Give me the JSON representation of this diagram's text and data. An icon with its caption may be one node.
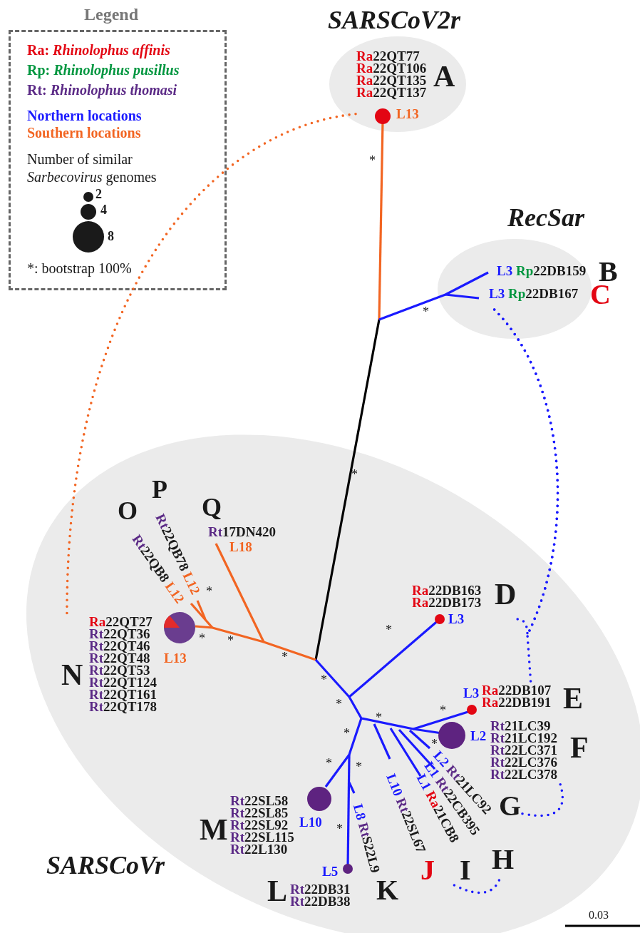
{
  "diagram": {
    "nodes": [
      {
        "text": [
          "SARSCoV2r"
        ]
      },
      {
        "text": [
          "Ra22QT77",
          "Ra22QT106",
          "Ra22QT135",
          "Ra22QT137",
          "A",
          "L13"
        ],
        "in": 0
      },
      {
        "text": [
          "RecSar"
        ]
      },
      {
        "text": [
          "L3",
          "Rp22DB159",
          "B"
        ],
        "in": 2
      },
      {
        "text": [
          "L3",
          "Rp22DB167",
          "C"
        ],
        "in": 2
      },
      {
        "text": [
          "SARSCoVr"
        ]
      },
      {
        "text": [
          "P",
          "Rt22QB78",
          "L12"
        ],
        "in": 5
      },
      {
        "text": [
          "O",
          "Rt22QB8",
          "L12"
        ],
        "in": 5
      },
      {
        "text": [
          "Q",
          "Rt17DN420",
          "L18"
        ],
        "in": 5
      },
      {
        "text": [
          "Ra22QT27",
          "Rt22QT36",
          "Rt22QT46",
          "Rt22QT48",
          "Rt22QT53",
          "Rt22QT124",
          "Rt22QT161",
          "Rt22QT178",
          "L13",
          "N"
        ],
        "in": 5
      },
      {
        "text": [
          "Ra22DB163",
          "Ra22DB173",
          "D",
          "L3"
        ],
        "in": 5
      },
      {
        "text": [
          "L3",
          "Ra22DB107",
          "Ra22DB191",
          "E"
        ],
        "in": 5
      },
      {
        "text": [
          "L2",
          "Rt21LC39",
          "Rt21LC192",
          "Rt22LC371",
          "Rt22LC376",
          "Rt22LC378",
          "F"
        ],
        "in": 5
      },
      {
        "text": [
          "L2",
          "Rt21LC92",
          "G"
        ],
        "in": 5
      },
      {
        "text": [
          "L1",
          "Rt22CB395",
          "H"
        ],
        "in": 5
      },
      {
        "text": [
          "L1",
          "Ra21CB8",
          "I"
        ],
        "in": 5
      },
      {
        "text": [
          "L10",
          "Rt22SL67",
          "J"
        ],
        "in": 5
      },
      {
        "text": [
          "M",
          "Rt22SL58",
          "Rt22SL85",
          "Rt22SL92",
          "Rt22SL115",
          "Rt22L130",
          "L10"
        ],
        "in": 5
      },
      {
        "text": [
          "L8",
          "RtS22L9",
          "K"
        ],
        "in": 5
      },
      {
        "text": [
          "L5",
          "Rt22DB31",
          "Rt22DB38",
          "L"
        ],
        "in": 5
      }
    ],
    "edges": [
      {
        "from": 1,
        "to": 9,
        "arrow": "none",
        "style": "dashed",
        "color": "#f26522"
      },
      {
        "from": 4,
        "to": 10,
        "arrow": "none",
        "style": "dashed"
      },
      {
        "from": 4,
        "to": 11,
        "arrow": "none",
        "style": "dashed"
      },
      {
        "from": 13,
        "to": 12,
        "arrow": "none",
        "style": "dashed"
      },
      {
        "from": 15,
        "to": 14,
        "arrow": "none",
        "style": "dashed"
      }
    ],
    "labels": [
      "Legend",
      "Number of similar *Sarbecovirus* genomes",
      "*",
      "*",
      "*",
      "*",
      "*",
      "*",
      "*",
      "*",
      "*",
      "*",
      "*",
      "*",
      "*",
      "*",
      "*",
      "*",
      "*",
      "0.03"
    ],
    "legend": [
      {
        "text": "Ra: *Rhinolophus affinis*",
        "color": "#e30613"
      },
      {
        "text": "Rp: *Rhinolophus pusillus*",
        "color": "#00963f"
      },
      {
        "text": "Rt: *Rhinolophus thomasi*",
        "color": "#5b2a86"
      },
      {
        "text": "Northern locations",
        "color": "#1a1aff"
      },
      {
        "text": "Southern locations",
        "color": "#f26522"
      },
      {
        "text": "2"
      },
      {
        "text": "4"
      },
      {
        "text": "8"
      },
      {
        "text": "*: bootstrap 100%"
      }
    ]
  }
}
